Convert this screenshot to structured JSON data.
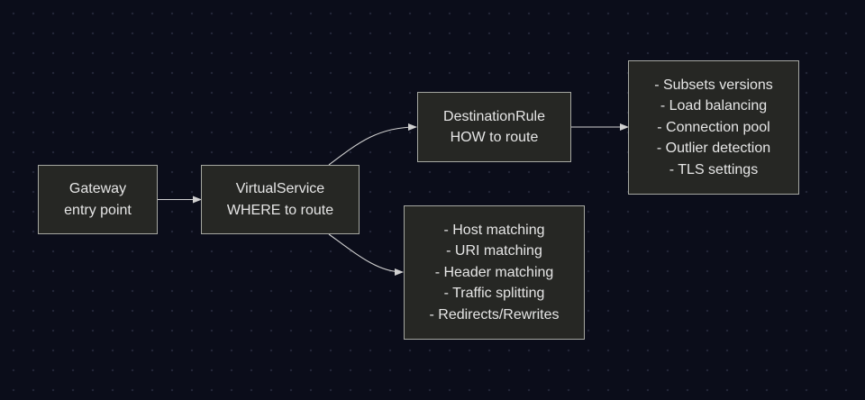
{
  "diagram": {
    "nodes": [
      {
        "id": "gateway",
        "lines": [
          "Gateway",
          "entry point"
        ]
      },
      {
        "id": "virtualservice",
        "lines": [
          "VirtualService",
          "WHERE to route"
        ]
      },
      {
        "id": "destinationrule",
        "lines": [
          "DestinationRule",
          "HOW to route"
        ]
      },
      {
        "id": "vs-features",
        "lines": [
          "- Host matching",
          "- URI matching",
          "- Header matching",
          "- Traffic splitting",
          "- Redirects/Rewrites"
        ]
      },
      {
        "id": "dr-features",
        "lines": [
          "- Subsets versions",
          "- Load balancing",
          "- Connection pool",
          "- Outlier detection",
          "- TLS settings"
        ]
      }
    ],
    "edges": [
      {
        "from": "gateway",
        "to": "virtualservice"
      },
      {
        "from": "virtualservice",
        "to": "destinationrule"
      },
      {
        "from": "virtualservice",
        "to": "vs-features"
      },
      {
        "from": "destinationrule",
        "to": "dr-features"
      }
    ],
    "colors": {
      "background": "#0b0d1a",
      "node_fill": "#262724",
      "node_border": "#a5a7a1",
      "text": "#e6e6e6",
      "edge": "#d0d0d0"
    }
  }
}
